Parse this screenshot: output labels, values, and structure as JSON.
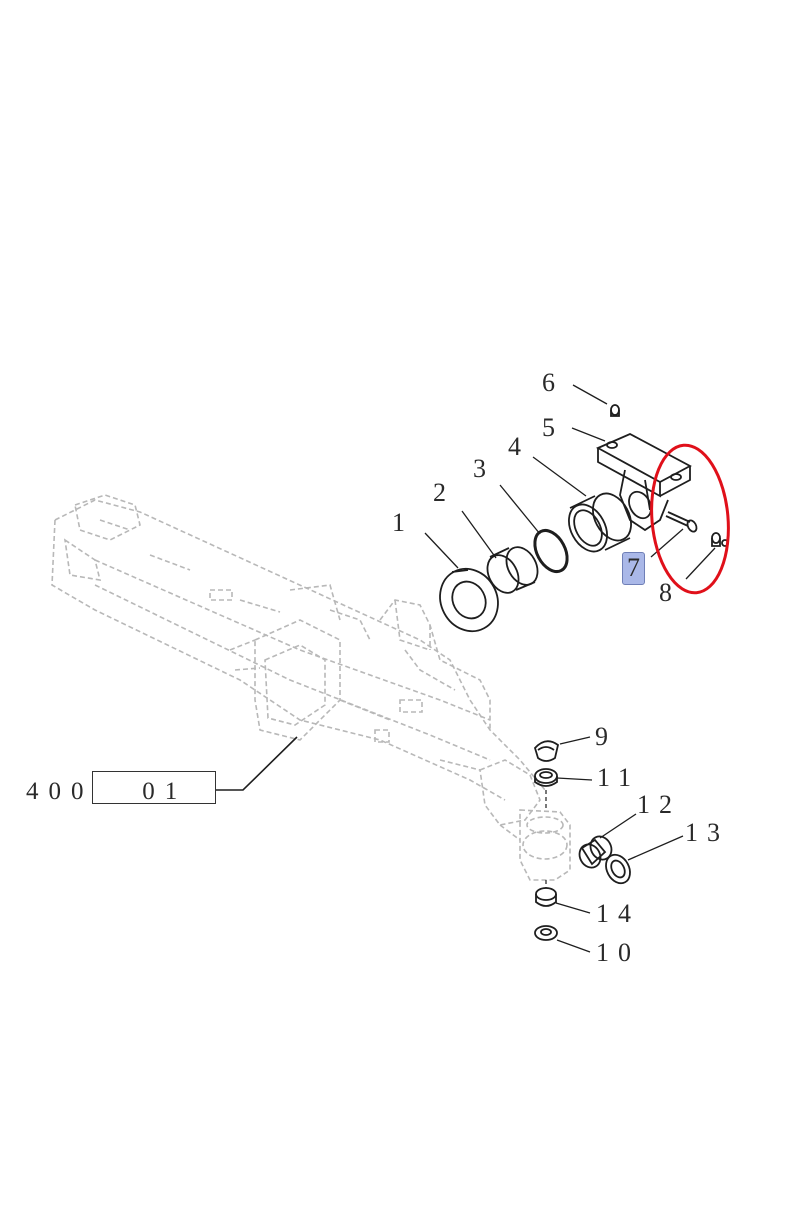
{
  "callouts": {
    "c1": "1",
    "c2": "2",
    "c3": "3",
    "c4": "4",
    "c5": "5",
    "c6": "6",
    "c7": "7",
    "c8": "8",
    "c9": "9",
    "c10": "10",
    "c11": "11",
    "c12": "12",
    "c13": "13",
    "c14": "14"
  },
  "reference": {
    "left": "400",
    "right": "01"
  },
  "colors": {
    "highlight": "#aab8e8",
    "circle": "#e0101a",
    "frame": "#b8b8b8",
    "ink": "#2a2a2a"
  }
}
